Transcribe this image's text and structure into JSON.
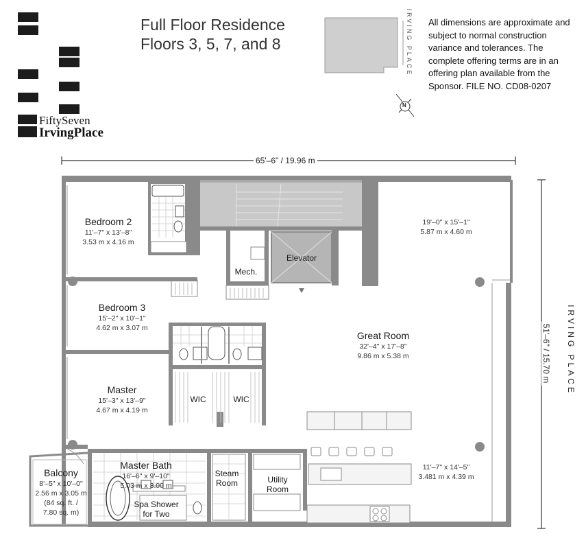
{
  "header": {
    "title_line1": "Full Floor Residence",
    "title_line2": "Floors 3, 5, 7, and 8",
    "disclaimer": "All dimensions are approximate and subject to normal construction variance and tolerances. The complete offering terms are in an offering plan available from the Sponsor. FILE NO. CD08-0207"
  },
  "logo": {
    "line1": "FiftySeven",
    "line2": "IrvingPlace"
  },
  "key_plan": {
    "street": "IRVING PLACE",
    "compass": "N"
  },
  "dimensions": {
    "width": "65'–6\" / 19.96 m",
    "depth": "51'–6\" / 15.70 m"
  },
  "street_label": "IRVING PLACE",
  "rooms": {
    "bedroom2": {
      "name": "Bedroom 2",
      "dim_imperial": "11'–7\" x 13'–8\"",
      "dim_metric": "3.53 m x 4.16 m"
    },
    "bedroom3": {
      "name": "Bedroom 3",
      "dim_imperial": "15'–2\" x 10'–1\"",
      "dim_metric": "4.62 m x 3.07 m"
    },
    "master": {
      "name": "Master",
      "dim_imperial": "15'–3\" x 13'–9\"",
      "dim_metric": "4.67 m x 4.19 m"
    },
    "great_room": {
      "name": "Great Room",
      "dim_imperial": "32'–4\" x 17'–8\"",
      "dim_metric": "9.86 m x 5.38 m"
    },
    "corner_room": {
      "dim_imperial": "19'–0\" x 15'–1\"",
      "dim_metric": "5.87 m x 4.60 m"
    },
    "kitchen": {
      "dim_imperial": "11'–7\" x 14'–5\"",
      "dim_metric": "3.481 m x 4.39 m"
    },
    "master_bath": {
      "name": "Master Bath",
      "dim_imperial": "16'–6\" x 9'–10\"",
      "dim_metric": "5.03 m x 3.00 m"
    },
    "balcony": {
      "name": "Balcony",
      "dim_imperial": "8'–5\" x 10'–0\"",
      "dim_metric": "2.56 m x 3.05 m",
      "area_imperial": "(84 sq. ft. /",
      "area_metric": "7.80 sq. m)"
    },
    "wic1": {
      "name": "WIC"
    },
    "wic2": {
      "name": "WIC"
    },
    "mech": {
      "name": "Mech."
    },
    "elevator": {
      "name": "Elevator"
    },
    "steam_line1": "Steam",
    "steam_line2": "Room",
    "utility_line1": "Utility",
    "utility_line2": "Room",
    "spa_line1": "Spa Shower",
    "spa_line2": "for Two"
  }
}
